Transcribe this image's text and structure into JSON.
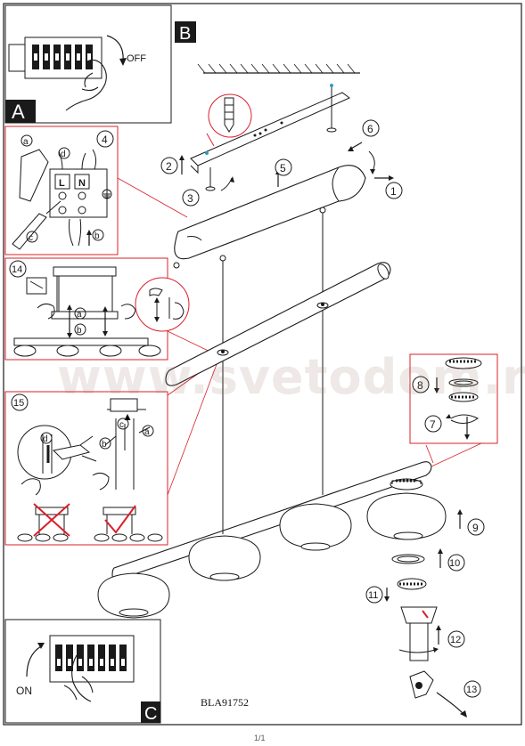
{
  "sections": {
    "A": "A",
    "B": "B",
    "C": "C"
  },
  "labels": {
    "off": "OFF",
    "on": "ON",
    "wire_l": "L",
    "wire_n": "N",
    "step_a": "a",
    "step_b": "b",
    "step_c": "c",
    "step_d": "d"
  },
  "steps": [
    "1",
    "2",
    "3",
    "4",
    "5",
    "6",
    "7",
    "8",
    "9",
    "10",
    "11",
    "12",
    "13",
    "14",
    "15"
  ],
  "model": "BLA91752",
  "watermark": "www.svetodom.ru",
  "page_number": "1/1",
  "colors": {
    "line": "#1a1a1a",
    "callout_red": "#d9202a",
    "section_tab": "#1a1a1a",
    "watermark": "#b89890"
  }
}
